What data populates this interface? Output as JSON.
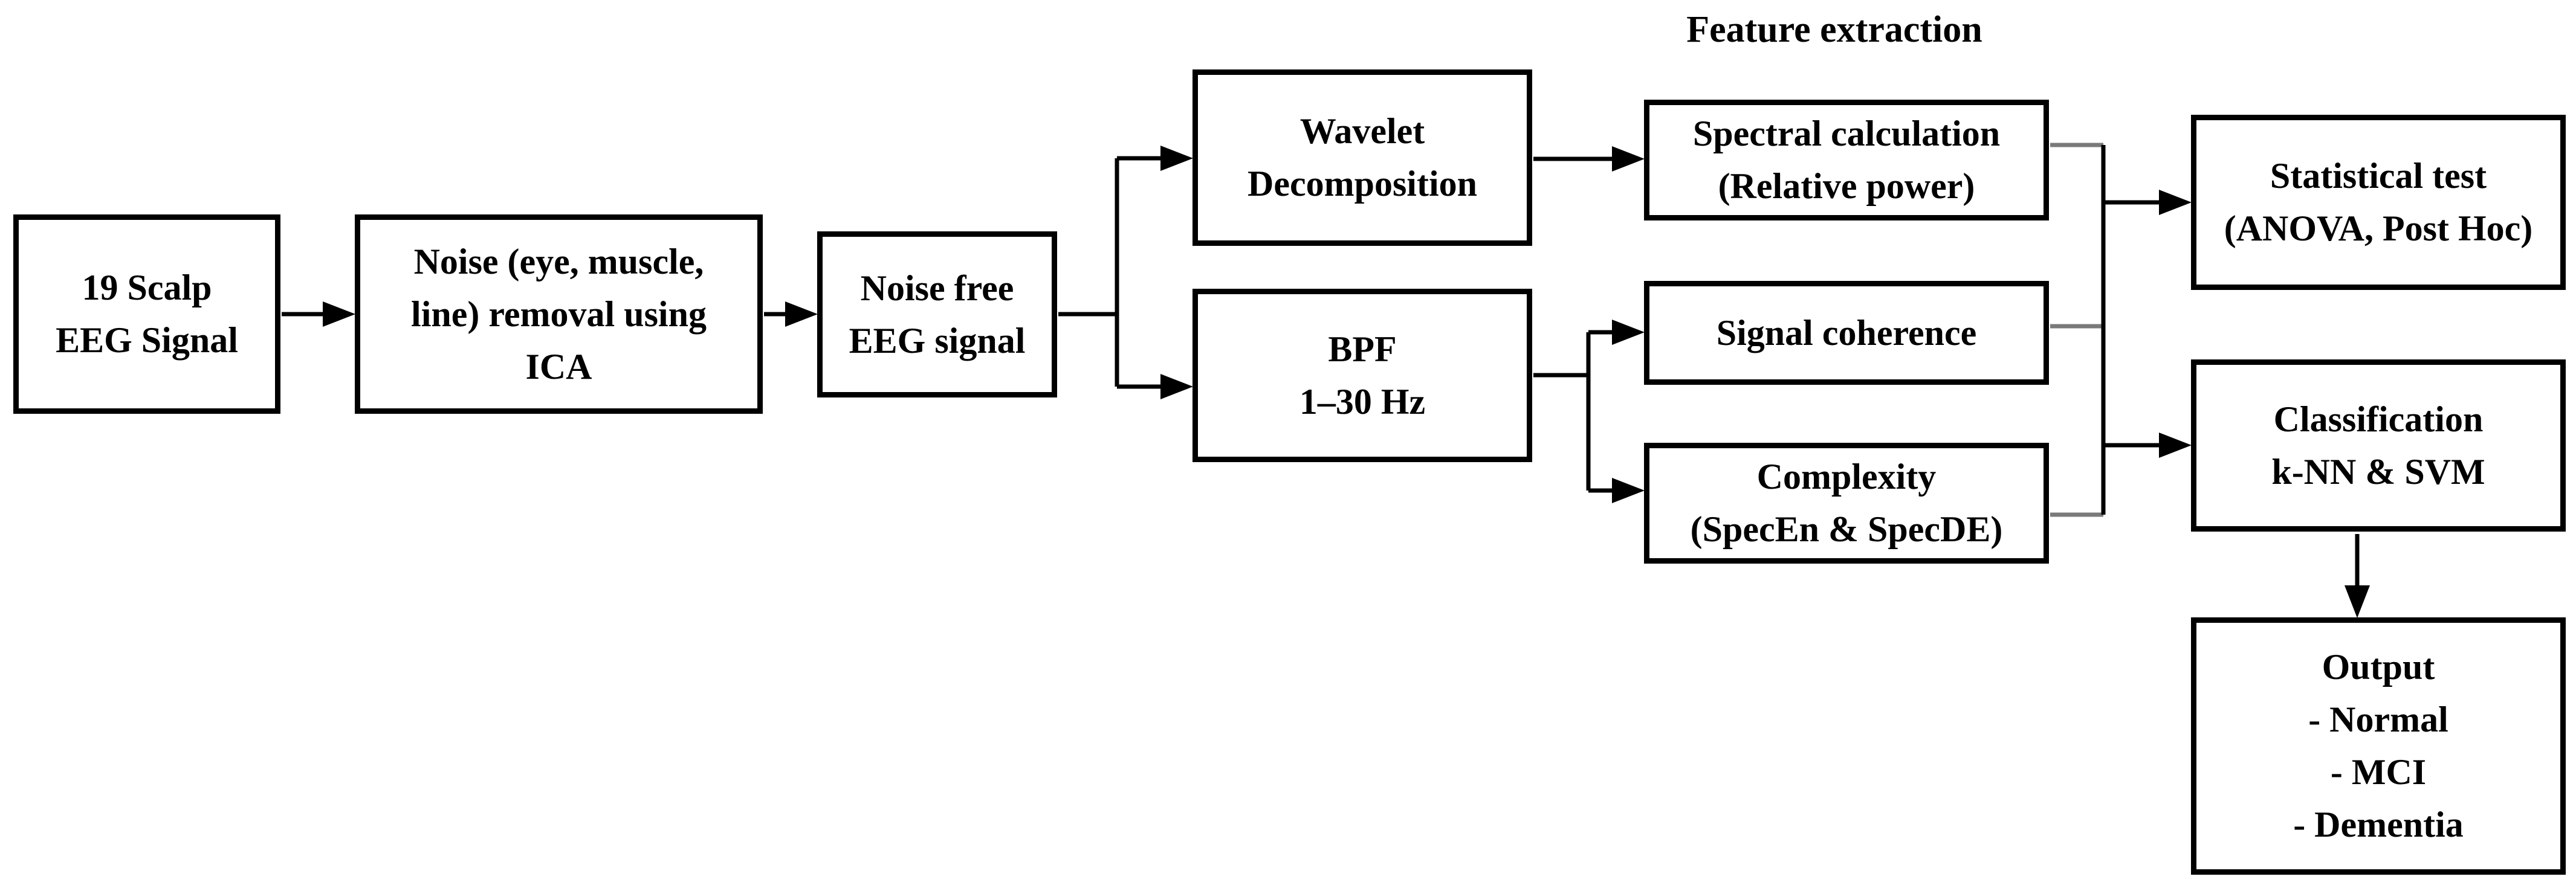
{
  "diagram": {
    "section_label": "Feature extraction",
    "boxes": {
      "scalp_eeg": "19 Scalp\nEEG Signal",
      "noise_removal": "Noise (eye, muscle,\nline) removal using\nICA",
      "noise_free": "Noise free\nEEG signal",
      "wavelet": "Wavelet\nDecomposition",
      "bpf": "BPF\n1–30 Hz",
      "spectral": "Spectral calculation\n(Relative power)",
      "coherence": "Signal coherence",
      "complexity": "Complexity\n(SpecEn & SpecDE)",
      "statistical": "Statistical test\n(ANOVA, Post Hoc)",
      "classification": "Classification\nk-NN & SVM",
      "output": "Output\n- Normal\n- MCI\n- Dementia"
    },
    "colors": {
      "ink": "#000000",
      "background": "#ffffff",
      "connector_stub": "#7a7a7a"
    }
  }
}
